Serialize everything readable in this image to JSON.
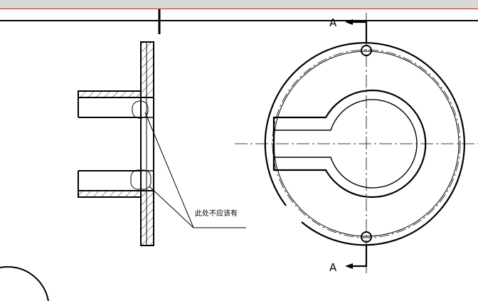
{
  "section_marks": {
    "top_letter": "A",
    "bottom_letter": "A"
  },
  "annotation": {
    "text": "此处不应该有"
  },
  "colors": {
    "line": "#000000",
    "hatch": "#000000",
    "toolbar": "#d8d8d8",
    "toolbar_border": "#cc2222"
  }
}
